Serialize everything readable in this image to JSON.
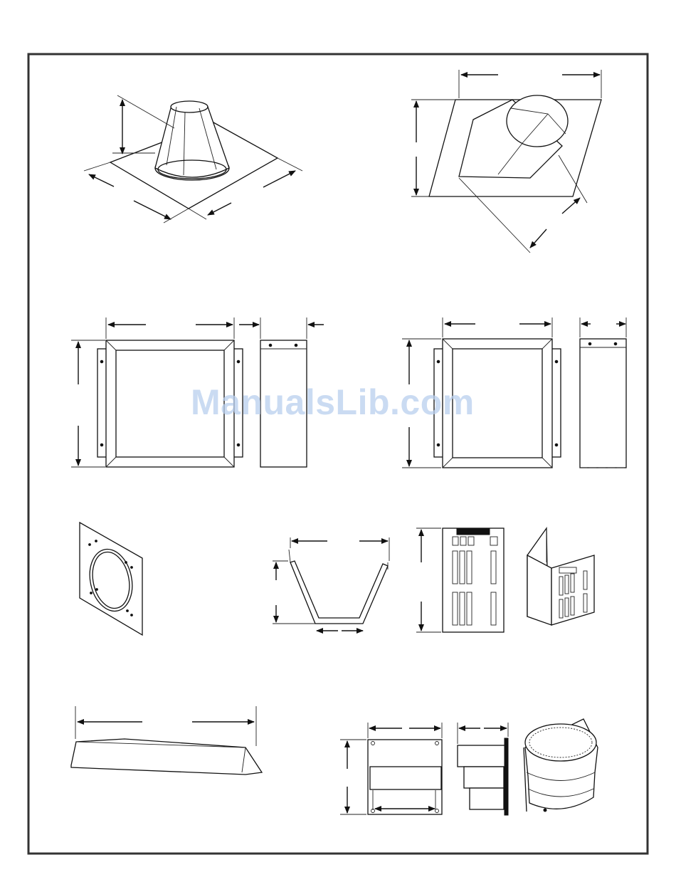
{
  "watermark": {
    "text": "ManualsLib.com"
  },
  "parts": [
    {
      "id": "storm-collar-flashing",
      "icon": "roof-flashing-cone-drawing"
    },
    {
      "id": "angled-roof-flashing",
      "icon": "angled-flashing-drawing"
    },
    {
      "id": "firestop-spacer-large",
      "icon": "firestop-spacer-drawing"
    },
    {
      "id": "firestop-spacer-small",
      "icon": "firestop-spacer-drawing"
    },
    {
      "id": "wall-plate",
      "icon": "wall-plate-drawing"
    },
    {
      "id": "channel-bracket",
      "icon": "u-channel-drawing"
    },
    {
      "id": "louvered-panel",
      "icon": "louvered-panel-drawing"
    },
    {
      "id": "ridge-cap",
      "icon": "ridge-cap-drawing"
    },
    {
      "id": "termination-cap",
      "icon": "termination-cap-drawing"
    }
  ]
}
